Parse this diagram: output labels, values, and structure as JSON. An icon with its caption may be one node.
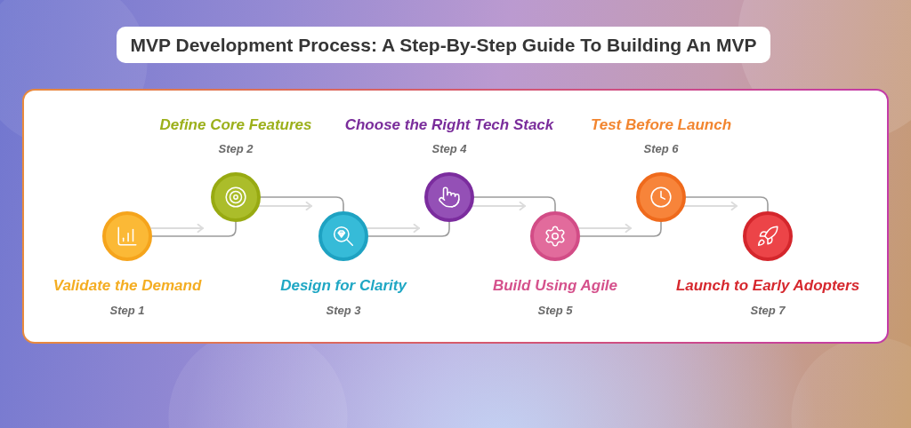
{
  "diagram": {
    "title": "MVP Development Process: A Step-By-Step Guide To Building An MVP",
    "nodes": [
      {
        "text": [],
        "shape": "box"
      },
      {
        "text": [],
        "shape": "circle",
        "in": 0,
        "beside": [
          "Validate the Demand",
          "Step 1"
        ]
      },
      {
        "text": [],
        "shape": "circle",
        "in": 0,
        "beside": [
          "Define Core Features",
          "Step 2"
        ]
      },
      {
        "text": [],
        "shape": "circle",
        "in": 0,
        "beside": [
          "Design for Clarity",
          "Step 3"
        ]
      },
      {
        "text": [],
        "shape": "circle",
        "in": 0,
        "beside": [
          "Choose the Right Tech Stack",
          "Step 4"
        ]
      },
      {
        "text": [],
        "shape": "circle",
        "in": 0,
        "beside": [
          "Build Using Agile",
          "Step 5"
        ]
      },
      {
        "text": [],
        "shape": "circle",
        "in": 0,
        "beside": [
          "Test Before Launch",
          "Step 6"
        ]
      },
      {
        "text": [],
        "shape": "circle",
        "in": 0,
        "beside": [
          "Launch to Early Adopters",
          "Step 7"
        ]
      }
    ],
    "edges": [
      {
        "from": 1,
        "to": 2,
        "arrow": "none"
      },
      {
        "from": 1,
        "to": 2,
        "arrow": "to",
        "color": "#dcdcdc"
      },
      {
        "from": 2,
        "to": 3,
        "arrow": "none"
      },
      {
        "from": 2,
        "to": 3,
        "arrow": "to",
        "color": "#dcdcdc"
      },
      {
        "from": 3,
        "to": 4,
        "arrow": "none"
      },
      {
        "from": 3,
        "to": 4,
        "arrow": "to",
        "color": "#dcdcdc"
      },
      {
        "from": 4,
        "to": 5,
        "arrow": "none"
      },
      {
        "from": 4,
        "to": 5,
        "arrow": "to",
        "color": "#dcdcdc"
      },
      {
        "from": 5,
        "to": 6,
        "arrow": "none"
      },
      {
        "from": 5,
        "to": 6,
        "arrow": "to",
        "color": "#dcdcdc"
      },
      {
        "from": 6,
        "to": 7,
        "arrow": "none"
      },
      {
        "from": 6,
        "to": 7,
        "arrow": "to",
        "color": "#dcdcdc"
      }
    ]
  }
}
